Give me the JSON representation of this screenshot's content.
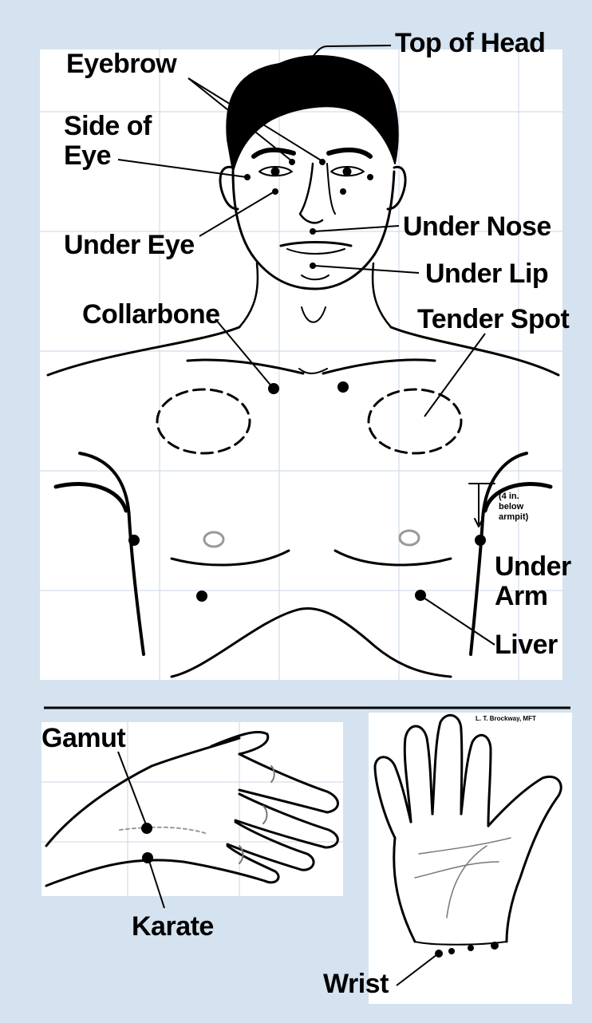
{
  "colors": {
    "background": "#d5e2ef",
    "panel": "#ffffff",
    "ink": "#000000",
    "grid": "#c9d6e4"
  },
  "labels": {
    "top_of_head": "Top of Head",
    "eyebrow": "Eyebrow",
    "side_of_eye_line1": "Side of",
    "side_of_eye_line2": "Eye",
    "under_nose": "Under Nose",
    "under_eye": "Under Eye",
    "under_lip": "Under Lip",
    "collarbone": "Collarbone",
    "tender_spot": "Tender Spot",
    "under_arm_line1": "Under",
    "under_arm_line2": "Arm",
    "liver": "Liver",
    "gamut": "Gamut",
    "karate": "Karate",
    "wrist": "Wrist"
  },
  "armpit_note": [
    "(4 in.",
    "below",
    "armpit)"
  ],
  "credit": "L. T. Brockway, MFT"
}
